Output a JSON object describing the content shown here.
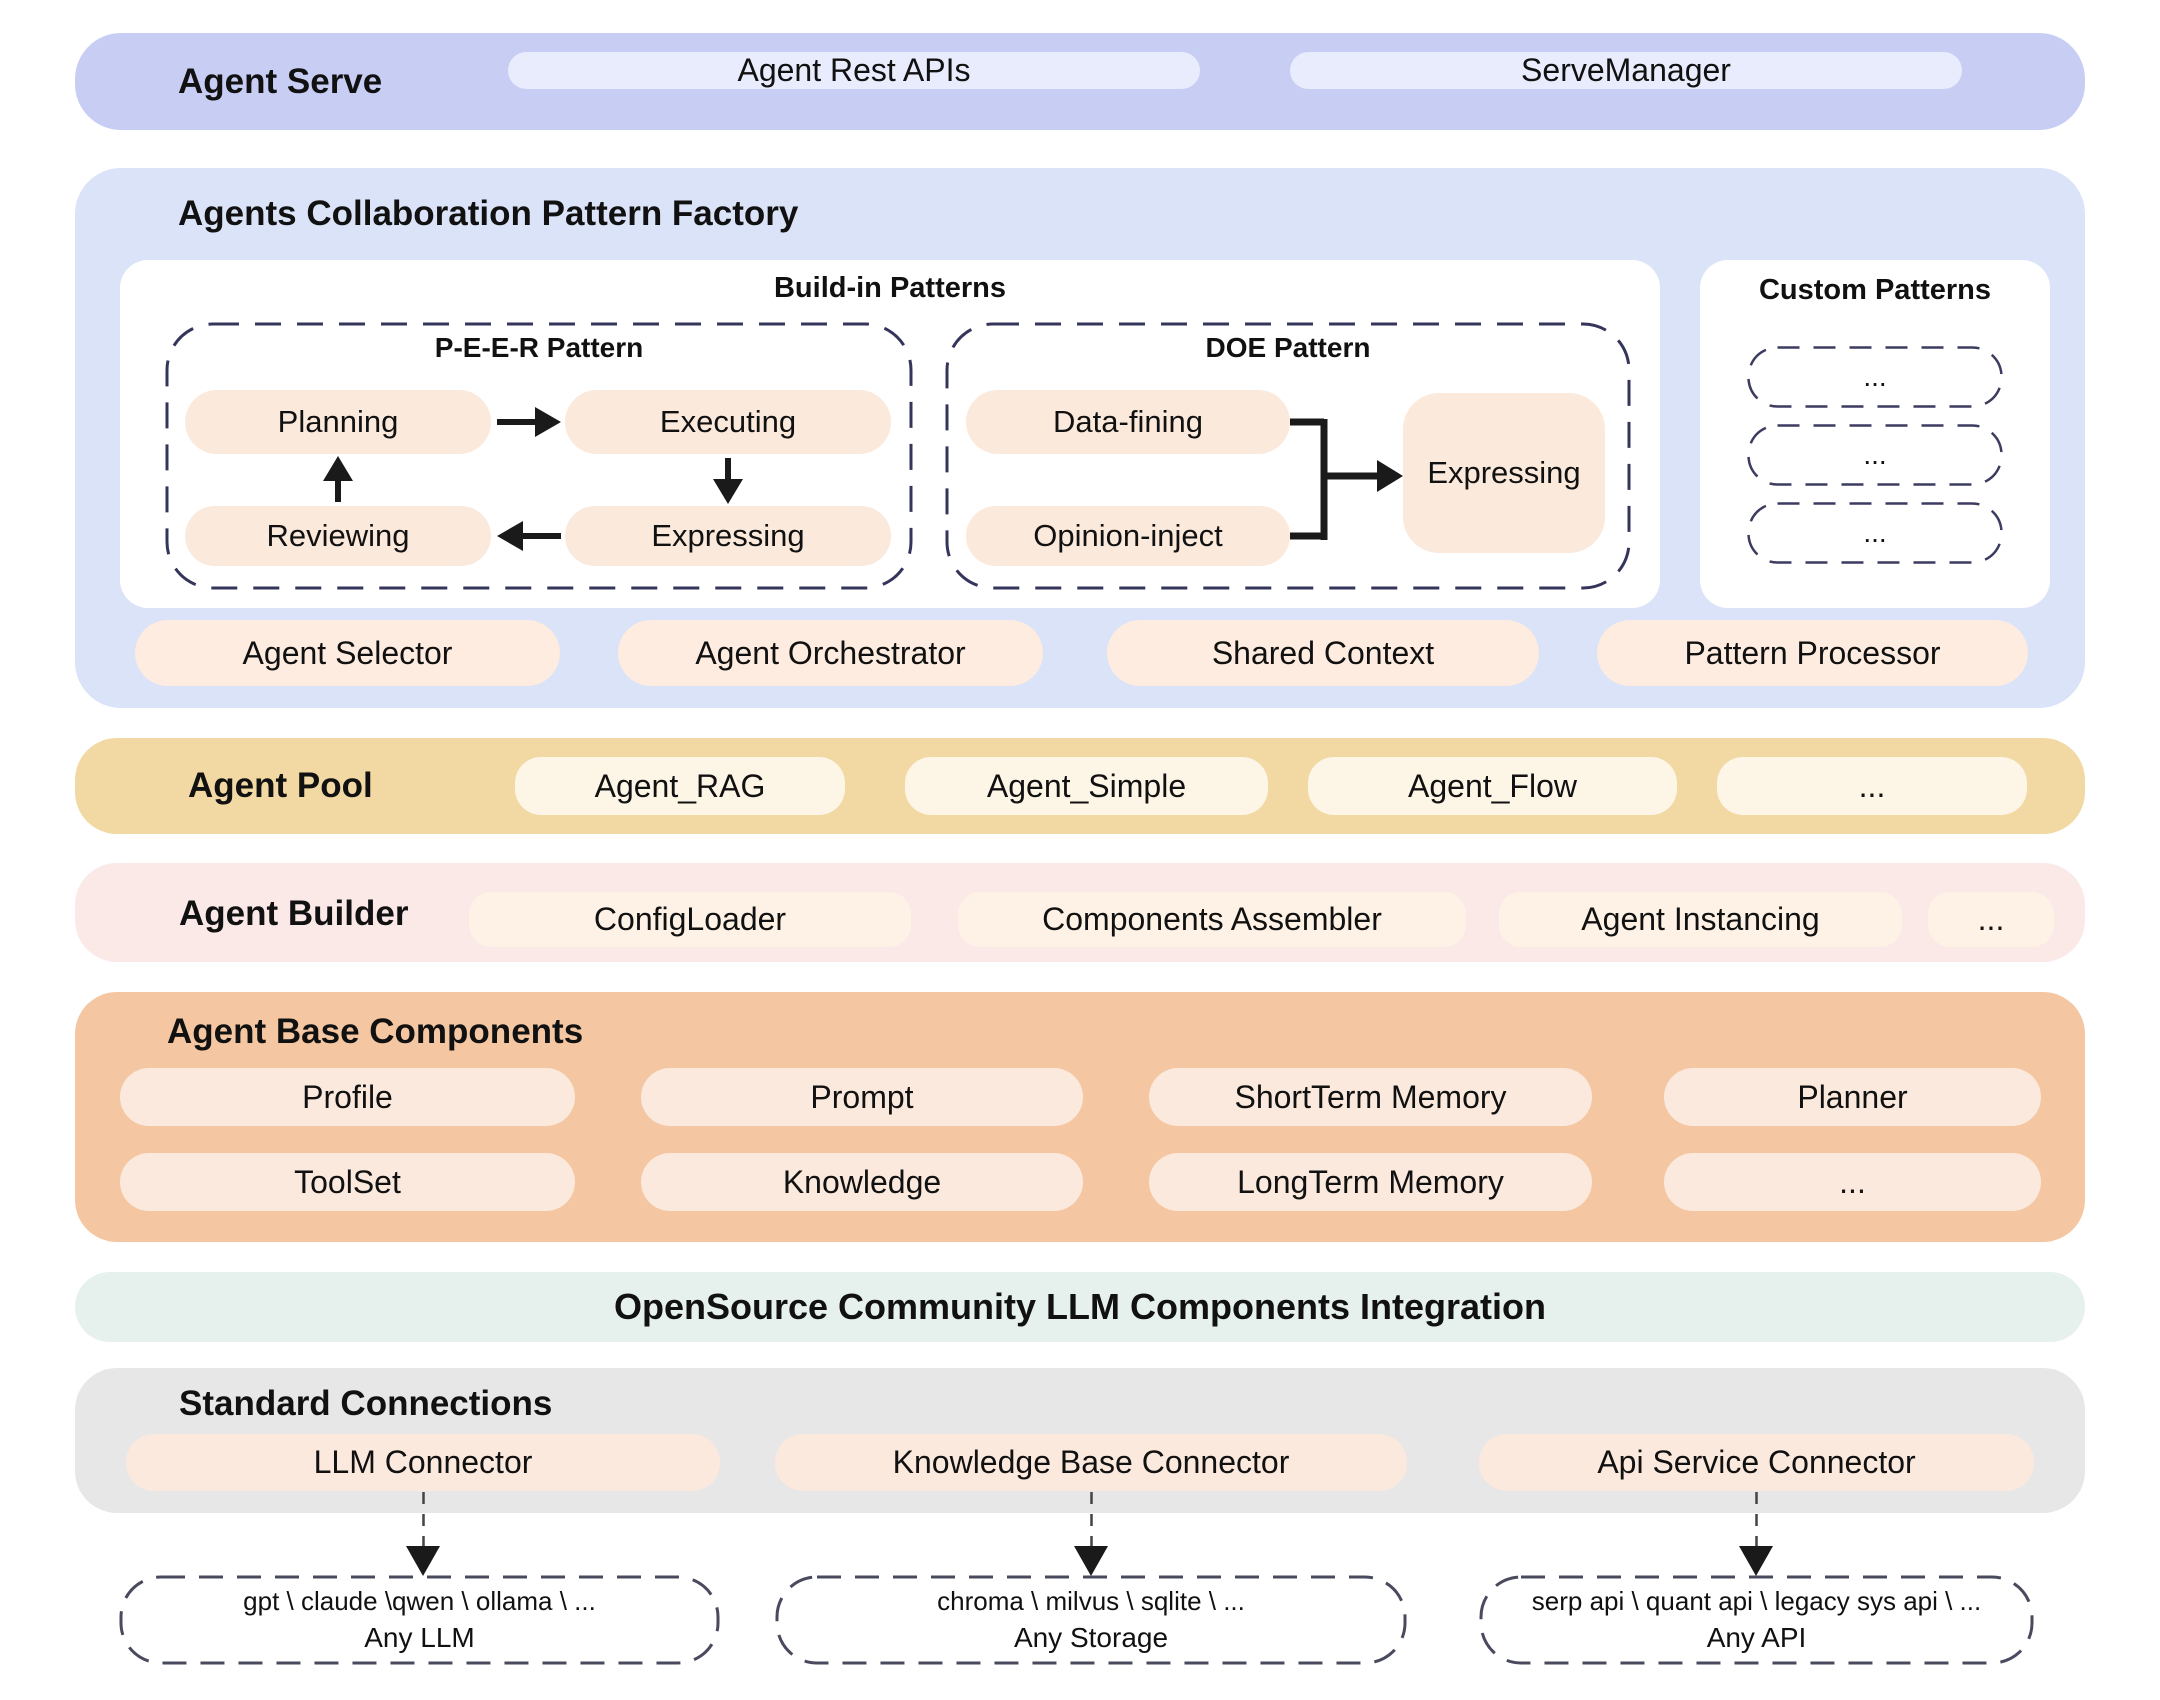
{
  "colors": {
    "white": "#ffffff",
    "serve-bg": "#c8cdf4",
    "serve-pill": "#e9ecfc",
    "factory-bg": "#dbe3f8",
    "peach-pill": "#fbe9dc",
    "services-pill": "#fdecdf",
    "pool-bg": "#f2d9a3",
    "pool-pill": "#fdf6e7",
    "builder-bg": "#fbe9e8",
    "builder-pill": "#fdf2e5",
    "base-bg": "#f4c7a2",
    "base-pill": "#fbe9dd",
    "banner-bg": "#e6f1ee",
    "connections-bg": "#e7e7e8",
    "connections-pill": "#fce9dd",
    "dash-navy": "#35355c",
    "dash-gray": "#4a4a5e",
    "arrow-black": "#1a1a1a"
  },
  "serve": {
    "title": "Agent Serve",
    "items": [
      "Agent Rest APIs",
      "ServeManager"
    ]
  },
  "factory": {
    "title": "Agents Collaboration Pattern Factory",
    "buildin": {
      "title": "Build-in Patterns",
      "peer": {
        "title": "P-E-E-R Pattern",
        "planning": "Planning",
        "executing": "Executing",
        "reviewing": "Reviewing",
        "expressing": "Expressing"
      },
      "doe": {
        "title": "DOE Pattern",
        "data_fining": "Data-fining",
        "opinion_inject": "Opinion-inject",
        "expressing": "Expressing"
      }
    },
    "custom": {
      "title": "Custom Patterns",
      "slots": [
        "...",
        "...",
        "..."
      ]
    },
    "services": [
      "Agent Selector",
      "Agent Orchestrator",
      "Shared Context",
      "Pattern Processor"
    ]
  },
  "pool": {
    "title": "Agent Pool",
    "items": [
      "Agent_RAG",
      "Agent_Simple",
      "Agent_Flow",
      "..."
    ]
  },
  "builder": {
    "title": "Agent Builder",
    "items": [
      "ConfigLoader",
      "Components Assembler",
      "Agent Instancing",
      "..."
    ]
  },
  "base": {
    "title": "Agent Base Components",
    "row1": [
      "Profile",
      "Prompt",
      "ShortTerm Memory",
      "Planner"
    ],
    "row2": [
      "ToolSet",
      "Knowledge",
      "LongTerm Memory",
      "..."
    ]
  },
  "integration": {
    "title": "OpenSource Community LLM Components Integration"
  },
  "connections": {
    "title": "Standard Connections",
    "connectors": [
      {
        "label": "LLM Connector",
        "providers": "gpt \\ claude \\qwen \\ ollama \\ ...",
        "any": "Any LLM"
      },
      {
        "label": "Knowledge Base Connector",
        "providers": "chroma \\ milvus \\ sqlite \\ ...",
        "any": "Any Storage"
      },
      {
        "label": "Api Service Connector",
        "providers": "serp api \\ quant api \\ legacy sys api \\ ...",
        "any": "Any API"
      }
    ]
  }
}
